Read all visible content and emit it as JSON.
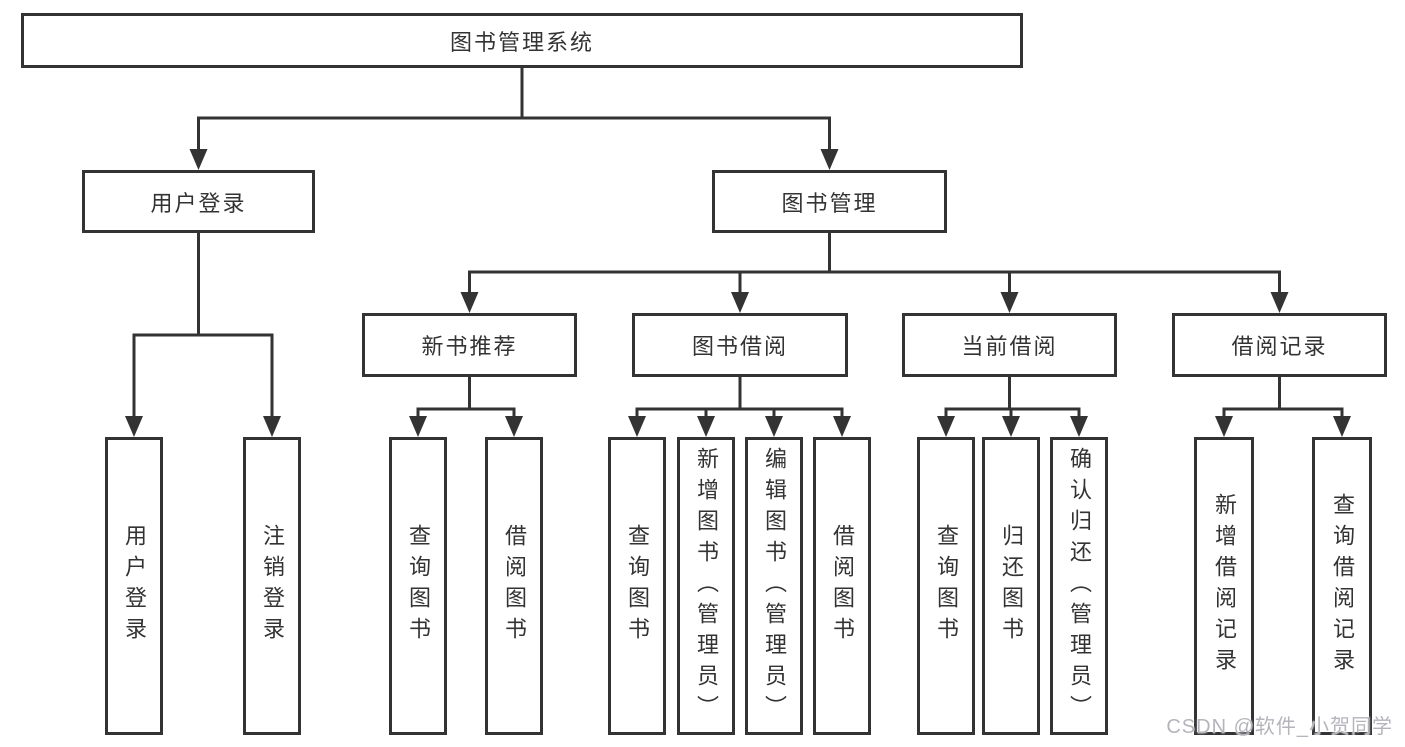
{
  "diagram": {
    "root": {
      "label": "图书管理系统",
      "children": [
        {
          "label": "用户登录",
          "children": [
            {
              "label": "用户登录"
            },
            {
              "label": "注销登录"
            }
          ]
        },
        {
          "label": "图书管理",
          "children": [
            {
              "label": "新书推荐",
              "children": [
                {
                  "label": "查询图书"
                },
                {
                  "label": "借阅图书"
                }
              ]
            },
            {
              "label": "图书借阅",
              "children": [
                {
                  "label": "查询图书"
                },
                {
                  "label": "新增图书（管理员）"
                },
                {
                  "label": "编辑图书（管理员）"
                },
                {
                  "label": "借阅图书"
                }
              ]
            },
            {
              "label": "当前借阅",
              "children": [
                {
                  "label": "查询图书"
                },
                {
                  "label": "归还图书"
                },
                {
                  "label": "确认归还（管理员）"
                }
              ]
            },
            {
              "label": "借阅记录",
              "children": [
                {
                  "label": "新增借阅记录"
                },
                {
                  "label": "查询借阅记录"
                }
              ]
            }
          ]
        }
      ]
    }
  },
  "watermark": {
    "text": "CSDN @软件_小贺同学"
  },
  "colors": {
    "line": "#333333",
    "text": "#333333",
    "watermark": "#b4b4bc",
    "background": "#ffffff"
  }
}
